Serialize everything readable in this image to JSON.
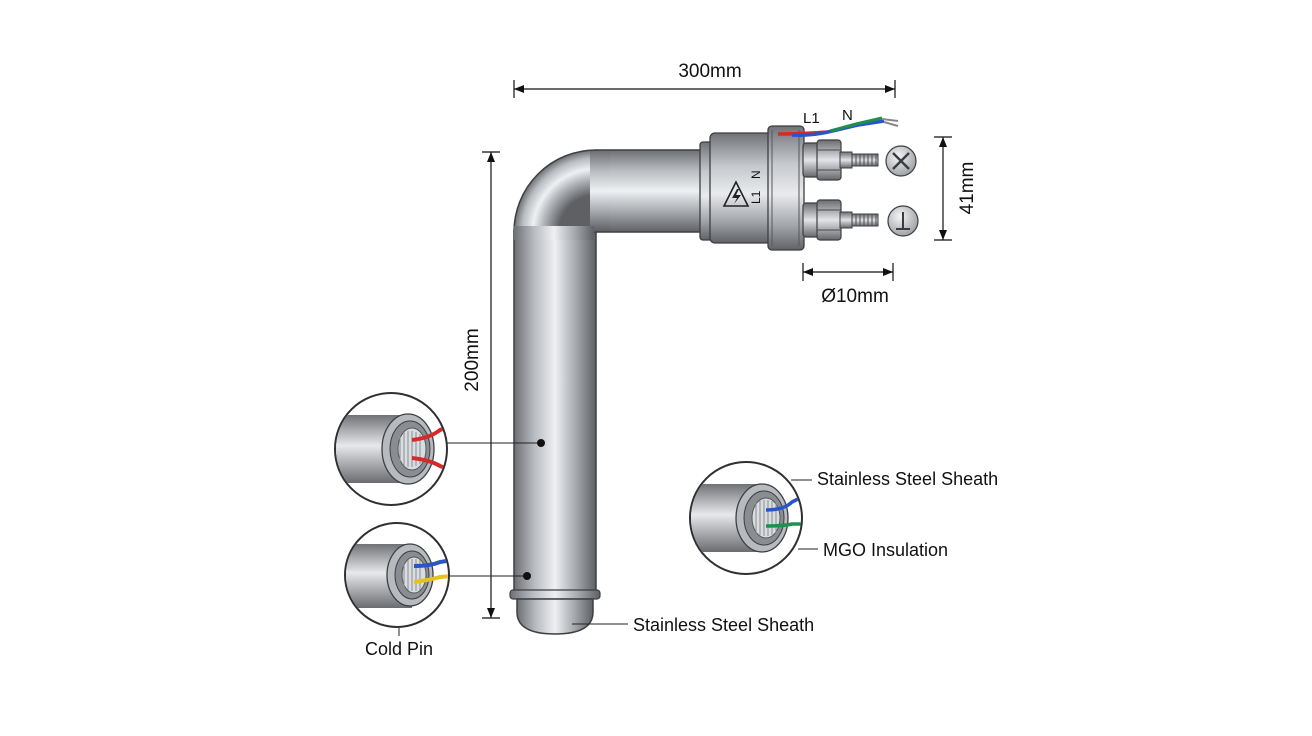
{
  "dimensions": {
    "length_horizontal": "300mm",
    "length_vertical": "200mm",
    "head_height": "41mm",
    "terminal_diameter": "Ø10mm"
  },
  "wire_labels": {
    "live": "L1",
    "neutral": "N"
  },
  "head_markings": {
    "neutral": "N",
    "live": "L1"
  },
  "callouts": {
    "sheath_top": "Stainless Steel Sheath",
    "insulation": "MGO Insulation",
    "sheath_bottom": "Stainless Steel Sheath",
    "cold_pin": "Cold Pin"
  },
  "colors": {
    "live_wire": "#d42a2a",
    "neutral_wire": "#2a55c8",
    "earth_wire": "#1f8f4e",
    "yellow_wire": "#e8c21c"
  },
  "icons": {
    "warning": "high-voltage-warning-icon",
    "terminal_top": "cross-circle-icon",
    "terminal_bottom": "earth-symbol-icon"
  }
}
